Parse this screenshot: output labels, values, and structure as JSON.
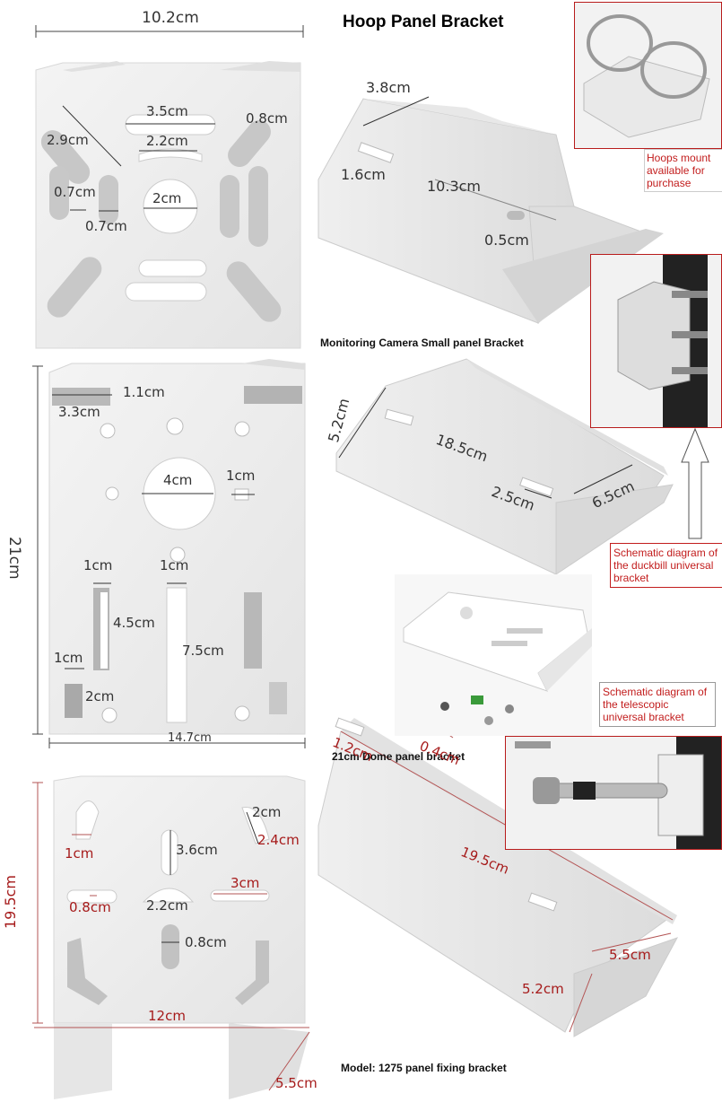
{
  "title": "Hoop Panel Bracket",
  "captions": {
    "small_panel": "Monitoring Camera Small panel Bracket",
    "dome_panel": "21cm Dome panel bracket",
    "model_1275": "Model: 1275 panel fixing bracket"
  },
  "notes": {
    "hoops": "Hoops mount available for purchase",
    "duckbill": "Schematic diagram of the duckbill universal bracket",
    "telescopic": "Schematic diagram of the telescopic universal bracket"
  },
  "bracket1": {
    "width": "10.2cm",
    "slot_top": "3.5cm",
    "slot_top_inner": "2.2cm",
    "slot_diag_left": "2.9cm",
    "slot_diag_right": "0.8cm",
    "small_w": "0.7cm",
    "small_h": "0.7cm",
    "hole": "2cm"
  },
  "bracket1_3d": {
    "height": "3.8cm",
    "slot": "1.6cm",
    "length": "10.3cm",
    "hole": "0.5cm"
  },
  "bracket2": {
    "height": "21cm",
    "width": "14.7cm",
    "slot_h": "1.1cm",
    "slot_w": "3.3cm",
    "hole": "4cm",
    "small": "1cm",
    "slot_a_w": "1cm",
    "slot_a_h": "4.5cm",
    "slot_b_w": "1cm",
    "slot_b_h": "7.5cm",
    "slot_c_w": "1cm",
    "slot_c_h": "2cm"
  },
  "bracket2_3d": {
    "height": "5.2cm",
    "length": "18.5cm",
    "slot": "2.5cm",
    "depth": "6.5cm"
  },
  "bracket3": {
    "height": "19.5cm",
    "width": "12cm",
    "depth": "5.5cm",
    "slot_a": "1cm",
    "slot_b": "3.6cm",
    "slot_c_w": "2cm",
    "slot_c_h": "2.4cm",
    "slot_d": "0.8cm",
    "slot_e": "2.2cm",
    "slot_f": "3cm",
    "slot_g": "0.8cm"
  },
  "bracket3_3d": {
    "slot_a": "1.2cm",
    "length": "19.5cm",
    "slot_b": "0.4cm",
    "depth": "5.5cm",
    "height": "5.2cm"
  }
}
